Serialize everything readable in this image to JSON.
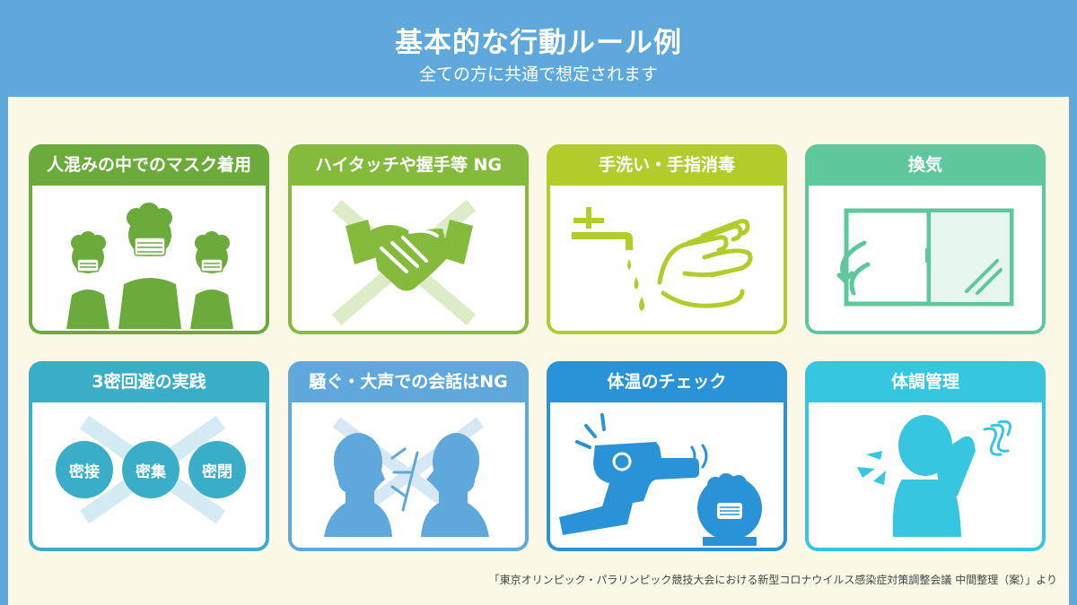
{
  "header": {
    "title": "基本的な行動ルール例",
    "subtitle": "全ての方に共通で想定されます"
  },
  "colors": {
    "header_bg": "#5fa8dc",
    "panel_bg": "#fbf8e8",
    "green_dark": "#6aab3c",
    "green_mid": "#84bb3c",
    "lime": "#b3cc2c",
    "mint": "#5ec89c",
    "teal": "#3aaec8",
    "sky": "#5fa8dc",
    "blue": "#2a92d6",
    "cyan": "#36c6df"
  },
  "cards": [
    {
      "label": "人混みの中でのマスク着用",
      "icon": "masked-crowd-icon"
    },
    {
      "label": "ハイタッチや握手等 NG",
      "icon": "handshake-crossed-icon"
    },
    {
      "label": "手洗い・手指消毒",
      "icon": "handwashing-icon"
    },
    {
      "label": "換気",
      "icon": "window-ventilation-icon"
    },
    {
      "label": "3密回避の実践",
      "icon": "three-c-avoid-icon",
      "circles": [
        "密接",
        "密集",
        "密閉"
      ]
    },
    {
      "label": "騒ぐ・大声での会話はNG",
      "icon": "loud-talk-crossed-icon"
    },
    {
      "label": "体温のチェック",
      "icon": "thermometer-check-icon"
    },
    {
      "label": "体調管理",
      "icon": "health-management-icon"
    }
  ],
  "footnote": "「東京オリンピック・パラリンピック競技大会における新型コロナウイルス感染症対策調整会議 中間整理（案）」より"
}
